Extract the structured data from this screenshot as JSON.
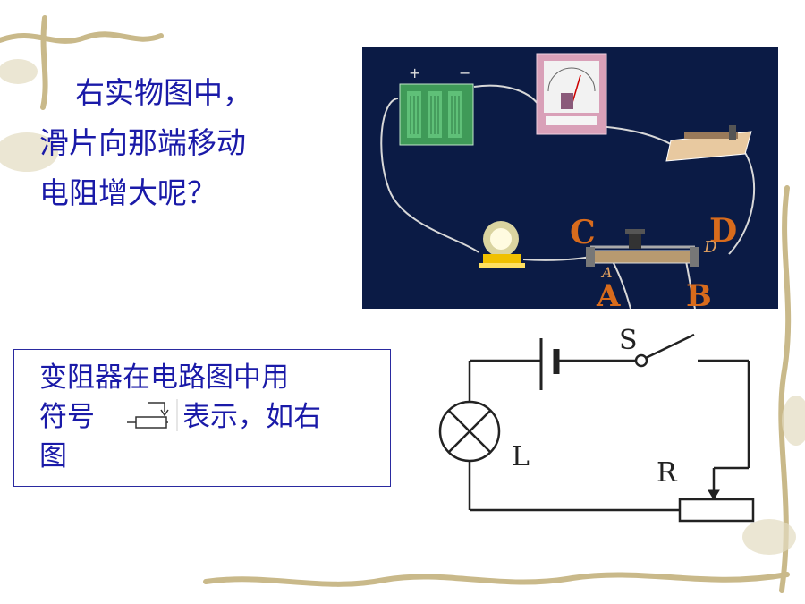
{
  "question": {
    "line1": "右实物图中，",
    "line2": "滑片向那端移动",
    "line3": "电阻增大呢？"
  },
  "photo": {
    "battery_plus": "+",
    "battery_minus": "−",
    "terminal_c": "C",
    "terminal_d": "D",
    "terminal_a": "A",
    "terminal_b": "B",
    "terminal_d_small": "D",
    "terminal_a_small": "A"
  },
  "info": {
    "line1": "变阻器在电路图中用",
    "line2_before": "符号",
    "line2_after": "表示，如右",
    "line3": "图"
  },
  "circuit": {
    "switch_label": "S",
    "lamp_label": "L",
    "rheostat_label": "R"
  }
}
